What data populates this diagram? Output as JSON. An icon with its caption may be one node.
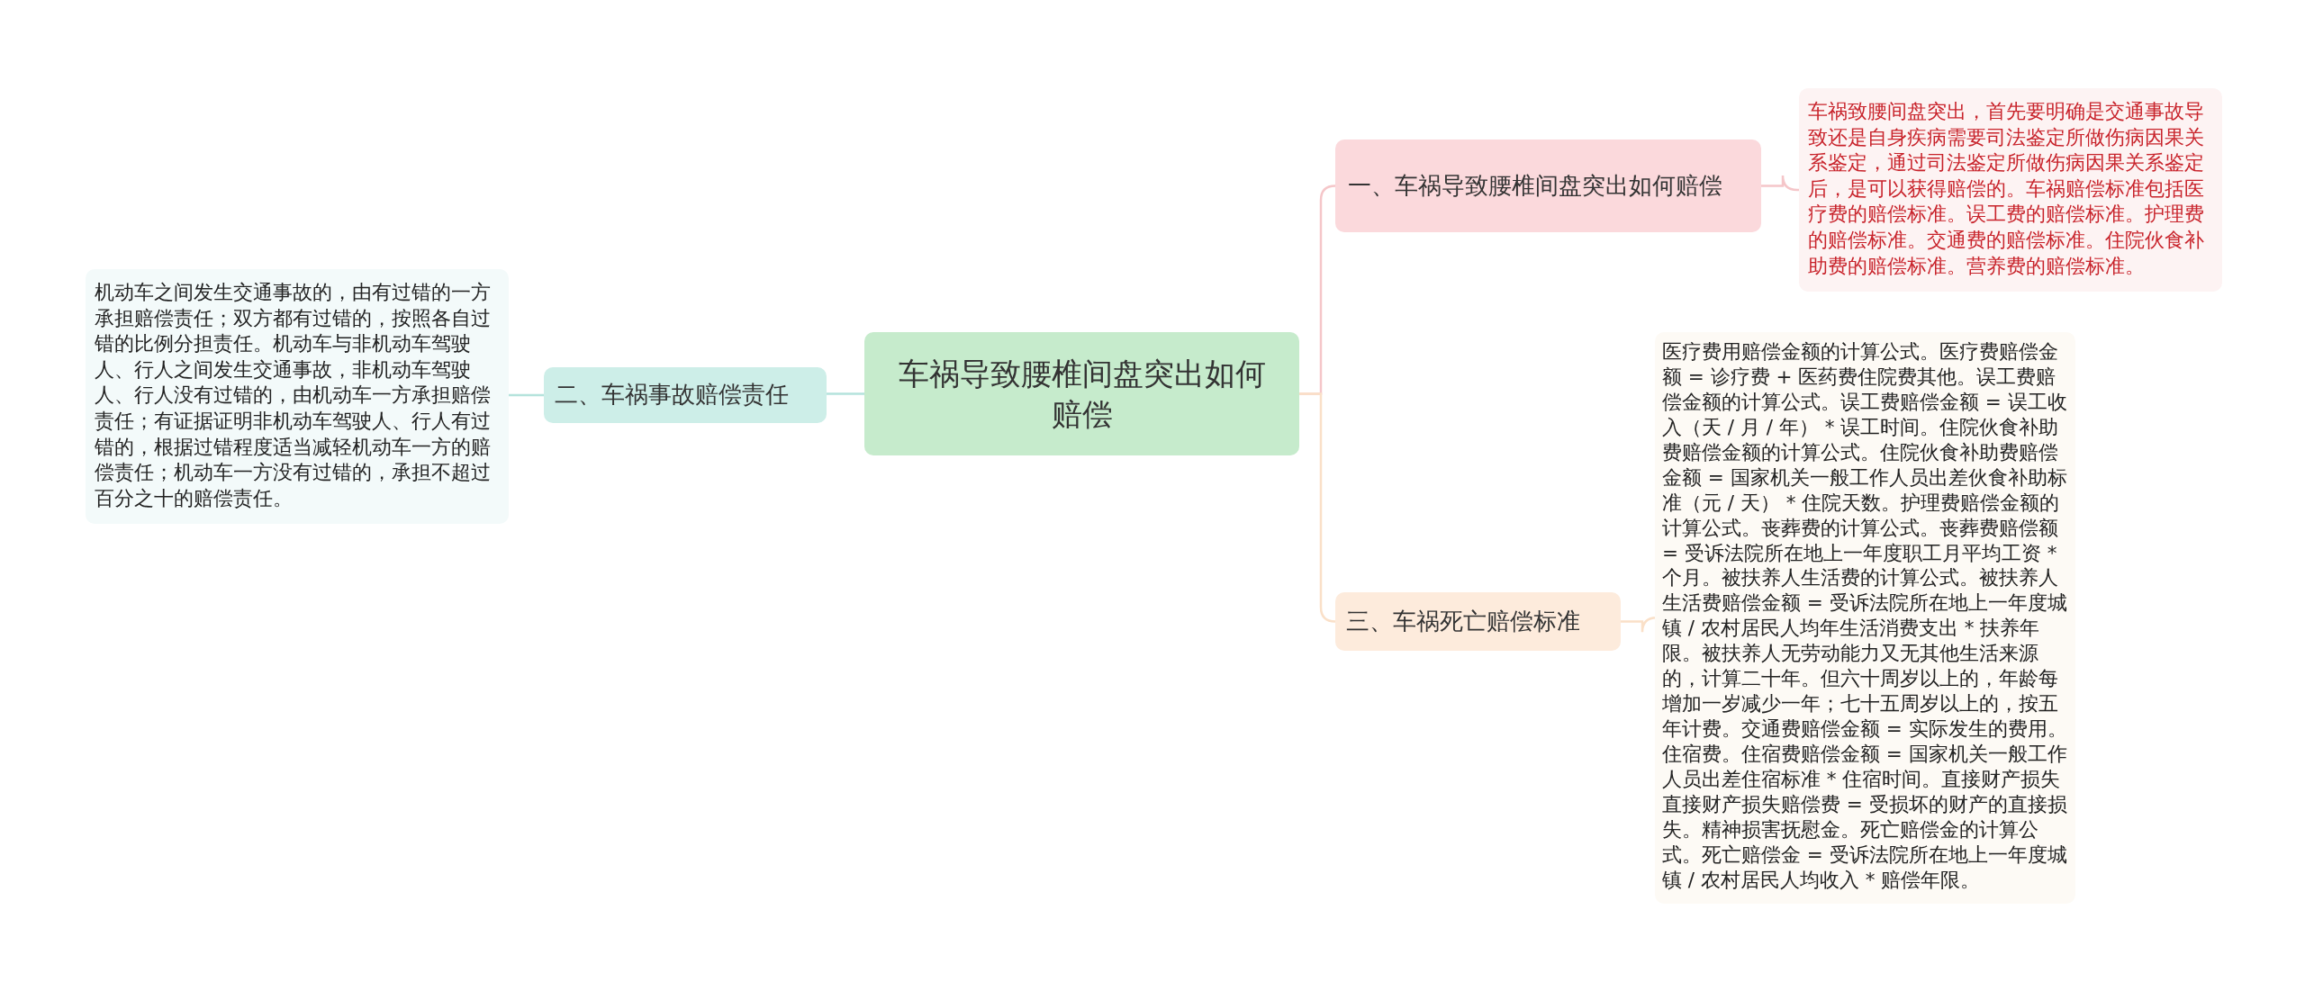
{
  "diagram": {
    "nodes": [
      {
        "text": [
          "车祸导致腰椎间盘突出如何赔偿"
        ]
      },
      {
        "text": [
          "一、车祸导致腰椎间盘突出如何赔偿"
        ]
      },
      {
        "text": [
          "车祸致腰间盘突出，首先要明确是交通事故导致还是自身疾病需要司法鉴定所做伤病因果关系鉴定，通过司法鉴定所做伤病因果关系鉴定后，是可以获得赔偿的。车祸赔偿标准包括医疗费的赔偿标准。误工费的赔偿标准。护理费的赔偿标准。交通费的赔偿标准。住院伙食补助费的赔偿标准。营养费的赔偿标准。"
        ]
      },
      {
        "text": [
          "二、车祸事故赔偿责任"
        ]
      },
      {
        "text": [
          "机动车之间发生交通事故的，由有过错的一方承担赔偿责任；双方都有过错的，按照各自过错的比例分担责任。机动车与非机动车驾驶人、行人之间发生交通事故，非机动车驾驶人、行人没有过错的，由机动车一方承担赔偿责任；有证据证明非机动车驾驶人、行人有过错的，根据过错程度适当减轻机动车一方的赔偿责任；机动车一方没有过错的，承担不超过百分之十的赔偿责任。"
        ]
      },
      {
        "text": [
          "三、车祸死亡赔偿标准"
        ]
      },
      {
        "text": [
          "医疗费用赔偿金额的计算公式。医疗费赔偿金额 = 诊疗费 + 医药费住院费其他。误工费赔偿金额的计算公式。误工费赔偿金额 = 误工收入（天 / 月 / 年） * 误工时间。住院伙食补助费赔偿金额的计算公式。住院伙食补助费赔偿金额 = 国家机关一般工作人员出差伙食补助标准（元 / 天） * 住院天数。护理费赔偿金额的计算公式。丧葬费的计算公式。丧葬费赔偿额 = 受诉法院所在地上一年度职工月平均工资 * 个月。被扶养人生活费的计算公式。被扶养人生活费赔偿金额 = 受诉法院所在地上一年度城镇 / 农村居民人均年生活消费支出 * 扶养年限。被扶养人无劳动能力又无其他生活来源的，计算二十年。但六十周岁以上的，年龄每增加一岁减少一年；七十五周岁以上的，按五年计费。交通费赔偿金额 = 实际发生的费用。住宿费。住宿费赔偿金额 = 国家机关一般工作人员出差住宿标准 * 住宿时间。直接财产损失直接财产损失赔偿费 = 受损坏的财产的直接损失。精神损害抚慰金。死亡赔偿金的计算公式。死亡赔偿金 = 受诉法院所在地上一年度城镇 / 农村居民人均收入 * 赔偿年限。"
        ]
      }
    ],
    "edges": [
      {
        "from": 0,
        "to": 1,
        "arrow": "none",
        "color": "#f5c6c9"
      },
      {
        "from": 1,
        "to": 2,
        "arrow": "none",
        "color": "#f5c6c9"
      },
      {
        "from": 0,
        "to": 3,
        "arrow": "none",
        "color": "#b5e3dc"
      },
      {
        "from": 3,
        "to": 4,
        "arrow": "none",
        "color": "#b5e3dc"
      },
      {
        "from": 0,
        "to": 5,
        "arrow": "none",
        "color": "#fae0c8"
      },
      {
        "from": 5,
        "to": 6,
        "arrow": "none",
        "color": "#fae0c8"
      }
    ]
  }
}
